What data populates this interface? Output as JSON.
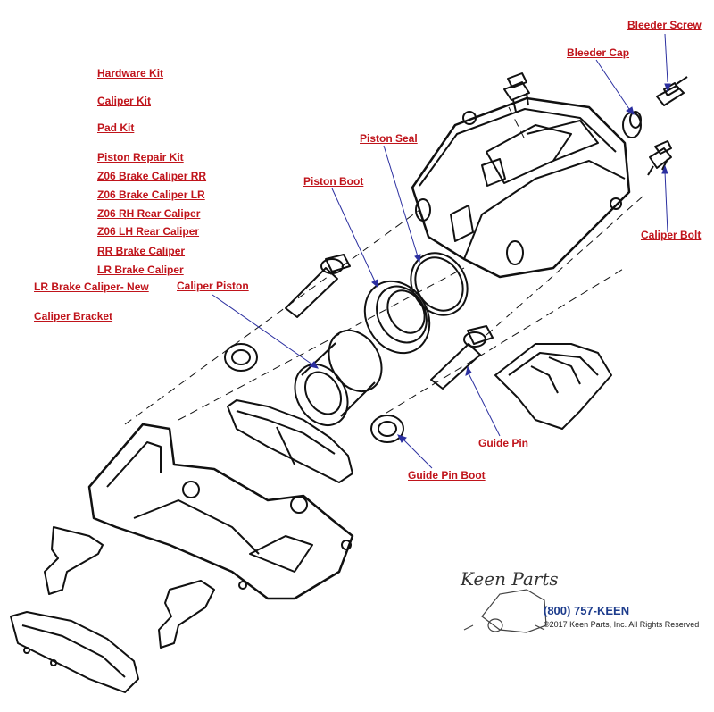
{
  "left_links": [
    "Hardware Kit",
    "Caliper Kit",
    "Pad Kit",
    "Piston Repair Kit",
    "Z06 Brake Caliper RR",
    "Z06 Brake Caliper LR",
    "Z06 RH Rear Caliper",
    "Z06 LH Rear Caliper",
    "RR Brake Caliper",
    "LR Brake Caliper",
    "LR Brake Caliper- New",
    "Caliper Bracket"
  ],
  "callouts": {
    "bleeder_screw": "Bleeder Screw",
    "bleeder_cap": "Bleeder Cap",
    "piston_seal": "Piston Seal",
    "piston_boot": "Piston Boot",
    "caliper_piston": "Caliper Piston",
    "caliper_bolt": "Caliper Bolt",
    "guide_pin": "Guide Pin",
    "guide_pin_boot": "Guide Pin Boot"
  },
  "brand": {
    "logo": "Keen Parts",
    "phone": "(800) 757-KEEN",
    "copyright": "©2017 Keen Parts, Inc. All Rights Reserved"
  },
  "colors": {
    "link": "#c0141b",
    "leader": "#2b2fa0",
    "phone": "#1d3c8c"
  }
}
